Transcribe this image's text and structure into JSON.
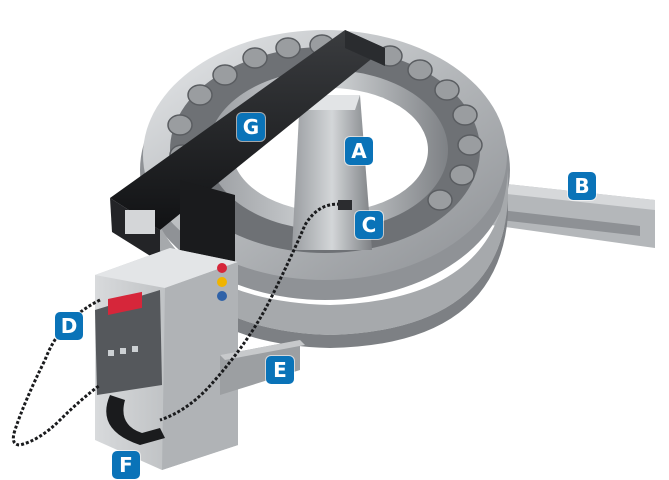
{
  "colors": {
    "callout": "#0a73b8",
    "device_body": "#c9cbcd",
    "yoke": "#1c1d1f",
    "bearing_steel": "#b9bcbf",
    "display_red": "#d6263a"
  },
  "callouts": [
    {
      "id": "A",
      "label": "A"
    },
    {
      "id": "B",
      "label": "B"
    },
    {
      "id": "C",
      "label": "C"
    },
    {
      "id": "D",
      "label": "D"
    },
    {
      "id": "E",
      "label": "E"
    },
    {
      "id": "F",
      "label": "F"
    },
    {
      "id": "G",
      "label": "G"
    }
  ]
}
